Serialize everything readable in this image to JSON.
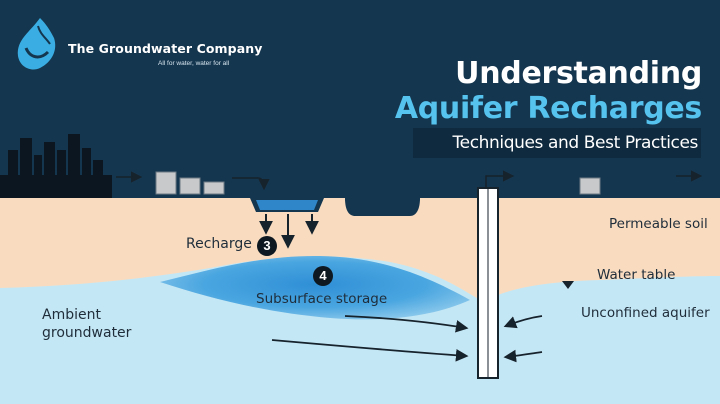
{
  "brand": {
    "name": "The Groundwater Company",
    "tagline": "All for water, water for all"
  },
  "title": {
    "line1": "Understanding",
    "line2": "Aquifer Recharges",
    "subtitle": "Techniques and Best Practices"
  },
  "labels": {
    "recharge": "Recharge",
    "recharge_step": "3",
    "storage_step": "4",
    "subsurface_storage": "Subsurface storage",
    "permeable_soil": "Permeable soil",
    "water_table": "Water table",
    "unconfined_aquifer": "Unconfined aquifer",
    "ambient_line1": "Ambient",
    "ambient_line2": "groundwater"
  },
  "colors": {
    "sky": "#15364f",
    "soil": "#f9dcc0",
    "groundwater": "#c4e7f5",
    "storage_plume": "#3f9fdb",
    "accent_blue": "#55c3ee",
    "arrow": "#16222c"
  },
  "icons": [
    "water-drop-logo-icon",
    "city-skyline-icon",
    "well-pipe-icon",
    "flow-arrow-icon"
  ]
}
